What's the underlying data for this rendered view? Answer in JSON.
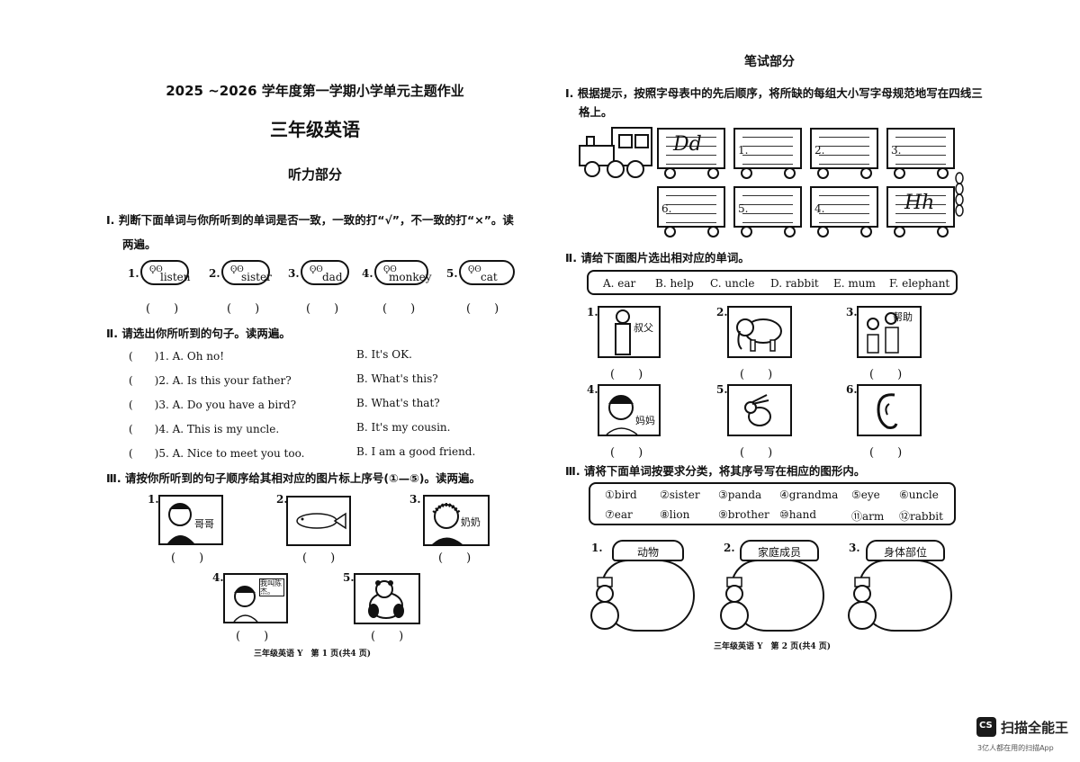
{
  "left": {
    "header": "2025 ~2026 学年度第一学期小学单元主题作业",
    "subject": "三年级英语",
    "section": "听力部分",
    "q1": {
      "title": "Ⅰ. 判断下面单词与你所听到的单词是否一致，一致的打“√”，不一致的打“×”。读",
      "title2": "两遍。",
      "items": [
        {
          "num": "1.",
          "word": "listen"
        },
        {
          "num": "2.",
          "word": "sister"
        },
        {
          "num": "3.",
          "word": "dad"
        },
        {
          "num": "4.",
          "word": "monkey"
        },
        {
          "num": "5.",
          "word": "cat"
        }
      ],
      "paren": "(　　)"
    },
    "q2": {
      "title": "Ⅱ. 请选出你所听到的句子。读两遍。",
      "rows": [
        {
          "a": "(　　)1. A. Oh no!",
          "b": "B. It's OK."
        },
        {
          "a": "(　　)2. A. Is this your father?",
          "b": "B. What's this?"
        },
        {
          "a": "(　　)3. A. Do you have a bird?",
          "b": "B. What's that?"
        },
        {
          "a": "(　　)4. A. This is my uncle.",
          "b": "B. It's my cousin."
        },
        {
          "a": "(　　)5. A. Nice to meet you too.",
          "b": "B. I am a good friend."
        }
      ]
    },
    "q3": {
      "title": "Ⅲ. 请按你所听到的句子顺序给其相对应的图片标上序号(①—⑤)。读两遍。",
      "items": [
        {
          "num": "1.",
          "label": "哥哥"
        },
        {
          "num": "2.",
          "label": ""
        },
        {
          "num": "3.",
          "label": "奶奶"
        },
        {
          "num": "4.",
          "label": "我叫陈杰。"
        },
        {
          "num": "5.",
          "label": ""
        }
      ],
      "paren": "(　　)"
    },
    "footer": "三年级英语 Y　第 1 页(共4 页)"
  },
  "right": {
    "section": "笔试部分",
    "q1": {
      "title": "Ⅰ. 根据提示，按照字母表中的先后顺序，将所缺的每组大小写字母规范地写在四线三",
      "title2": "格上。",
      "top_cars": [
        "Dd",
        "1.",
        "2.",
        "3."
      ],
      "bottom_cars": [
        "6.",
        "5.",
        "4.",
        "Hh"
      ]
    },
    "q2": {
      "title": "Ⅱ. 请给下面图片选出相对应的单词。",
      "options": [
        "A. ear",
        "B. help",
        "C. uncle",
        "D. rabbit",
        "E. mum",
        "F. elephant"
      ],
      "items": [
        {
          "num": "1.",
          "label": "叔父"
        },
        {
          "num": "2.",
          "label": ""
        },
        {
          "num": "3.",
          "label": "帮助"
        },
        {
          "num": "4.",
          "label": "妈妈"
        },
        {
          "num": "5.",
          "label": ""
        },
        {
          "num": "6.",
          "label": ""
        }
      ],
      "paren": "(　　)"
    },
    "q3": {
      "title": "Ⅲ. 请将下面单词按要求分类，将其序号写在相应的图形内。",
      "words_row1": [
        "①bird",
        "②sister",
        "③panda",
        "④grandma",
        "⑤eye",
        "⑥uncle"
      ],
      "words_row2": [
        "⑦ear",
        "⑧lion",
        "⑨brother",
        "⑩hand",
        "⑪arm",
        "⑫rabbit"
      ],
      "bags": [
        {
          "num": "1.",
          "label": "动物"
        },
        {
          "num": "2.",
          "label": "家庭成员"
        },
        {
          "num": "3.",
          "label": "身体部位"
        }
      ]
    },
    "footer": "三年级英语 Y　第 2 页(共4 页)"
  },
  "watermark": {
    "name": "扫描全能王",
    "sub": "3亿人都在用的扫描App",
    "logo": "CS"
  }
}
